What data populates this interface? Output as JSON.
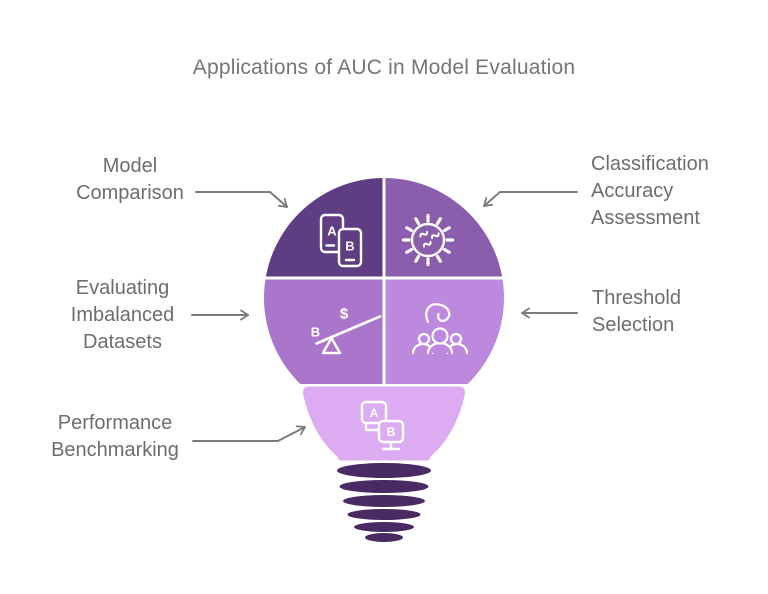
{
  "title": "Applications of AUC in Model Evaluation",
  "colors": {
    "segment_model_comparison": "#5f3d82",
    "segment_classification": "#8a5dad",
    "segment_imbalanced": "#a976cb",
    "segment_threshold": "#bd89de",
    "bulb_neck": "#dcabf2",
    "bulb_base": "#4a2a62",
    "title_text": "#757575",
    "label_text": "#6d6d6d",
    "arrow": "#7b7b7b",
    "icon": "#ffffff",
    "background": "#ffffff"
  },
  "labels": {
    "model_comparison": {
      "lines": [
        "Model",
        "Comparison"
      ]
    },
    "classification_accuracy": {
      "lines": [
        "Classification",
        "Accuracy",
        "Assessment"
      ]
    },
    "imbalanced_datasets": {
      "lines": [
        "Evaluating",
        "Imbalanced",
        "Datasets"
      ]
    },
    "threshold_selection": {
      "lines": [
        "Threshold",
        "Selection"
      ]
    },
    "performance_benchmarking": {
      "lines": [
        "Performance",
        "Benchmarking"
      ]
    }
  },
  "segments": [
    {
      "label_key": "model_comparison",
      "icon": "ab-phones-icon",
      "position": "top-left"
    },
    {
      "label_key": "classification_accuracy",
      "icon": "virus-icon",
      "position": "top-right"
    },
    {
      "label_key": "imbalanced_datasets",
      "icon": "imbalance-seesaw-icon",
      "position": "middle-left"
    },
    {
      "label_key": "threshold_selection",
      "icon": "group-people-icon",
      "position": "middle-right"
    },
    {
      "label_key": "performance_benchmarking",
      "icon": "ab-screens-icon",
      "position": "bulb-neck"
    }
  ],
  "icons": {
    "ab_phones": {
      "a": "A",
      "b": "B"
    },
    "seesaw": {
      "left": "B",
      "right": "$"
    },
    "ab_screens": {
      "a": "A",
      "b": "B"
    }
  }
}
